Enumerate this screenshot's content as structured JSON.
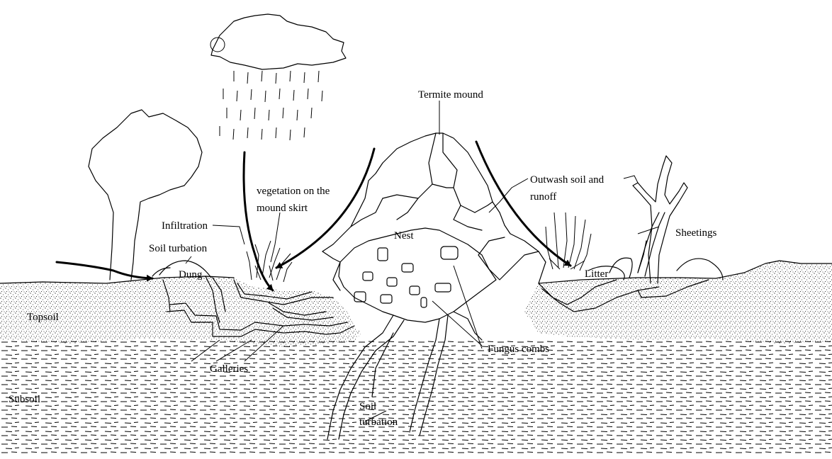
{
  "labels": {
    "termite_mound": "Termite mound",
    "vegetation_line1": "vegetation on the",
    "vegetation_line2": "mound skirt",
    "outwash_line1": "Outwash soil and",
    "outwash_line2": "runoff",
    "infiltration": "Infiltration",
    "soil_turbation_left": "Soil turbation",
    "dung": "Dung",
    "nest": "Nest",
    "sheetings": "Sheetings",
    "litter": "Litter",
    "topsoil": "Topsoil",
    "fungus_combs": "Fungus combs",
    "galleries": "Galleries",
    "subsoil": "Subsoil",
    "soil_turbation_bottom_line1": "Soil",
    "soil_turbation_bottom_line2": "turbation"
  }
}
